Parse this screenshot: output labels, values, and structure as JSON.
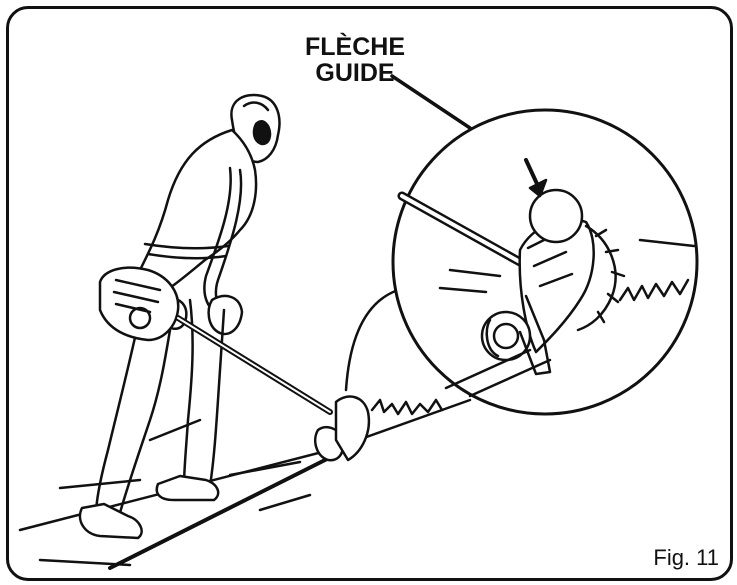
{
  "callout": {
    "line1": "FLÈCHE",
    "line2": "GUIDE"
  },
  "figure_label": "Fig. 11",
  "illustration": {
    "subject": "person-operating-edger",
    "detail_icon": "arrow-icon",
    "colors": {
      "ink": "#111111",
      "paper": "#ffffff"
    }
  }
}
